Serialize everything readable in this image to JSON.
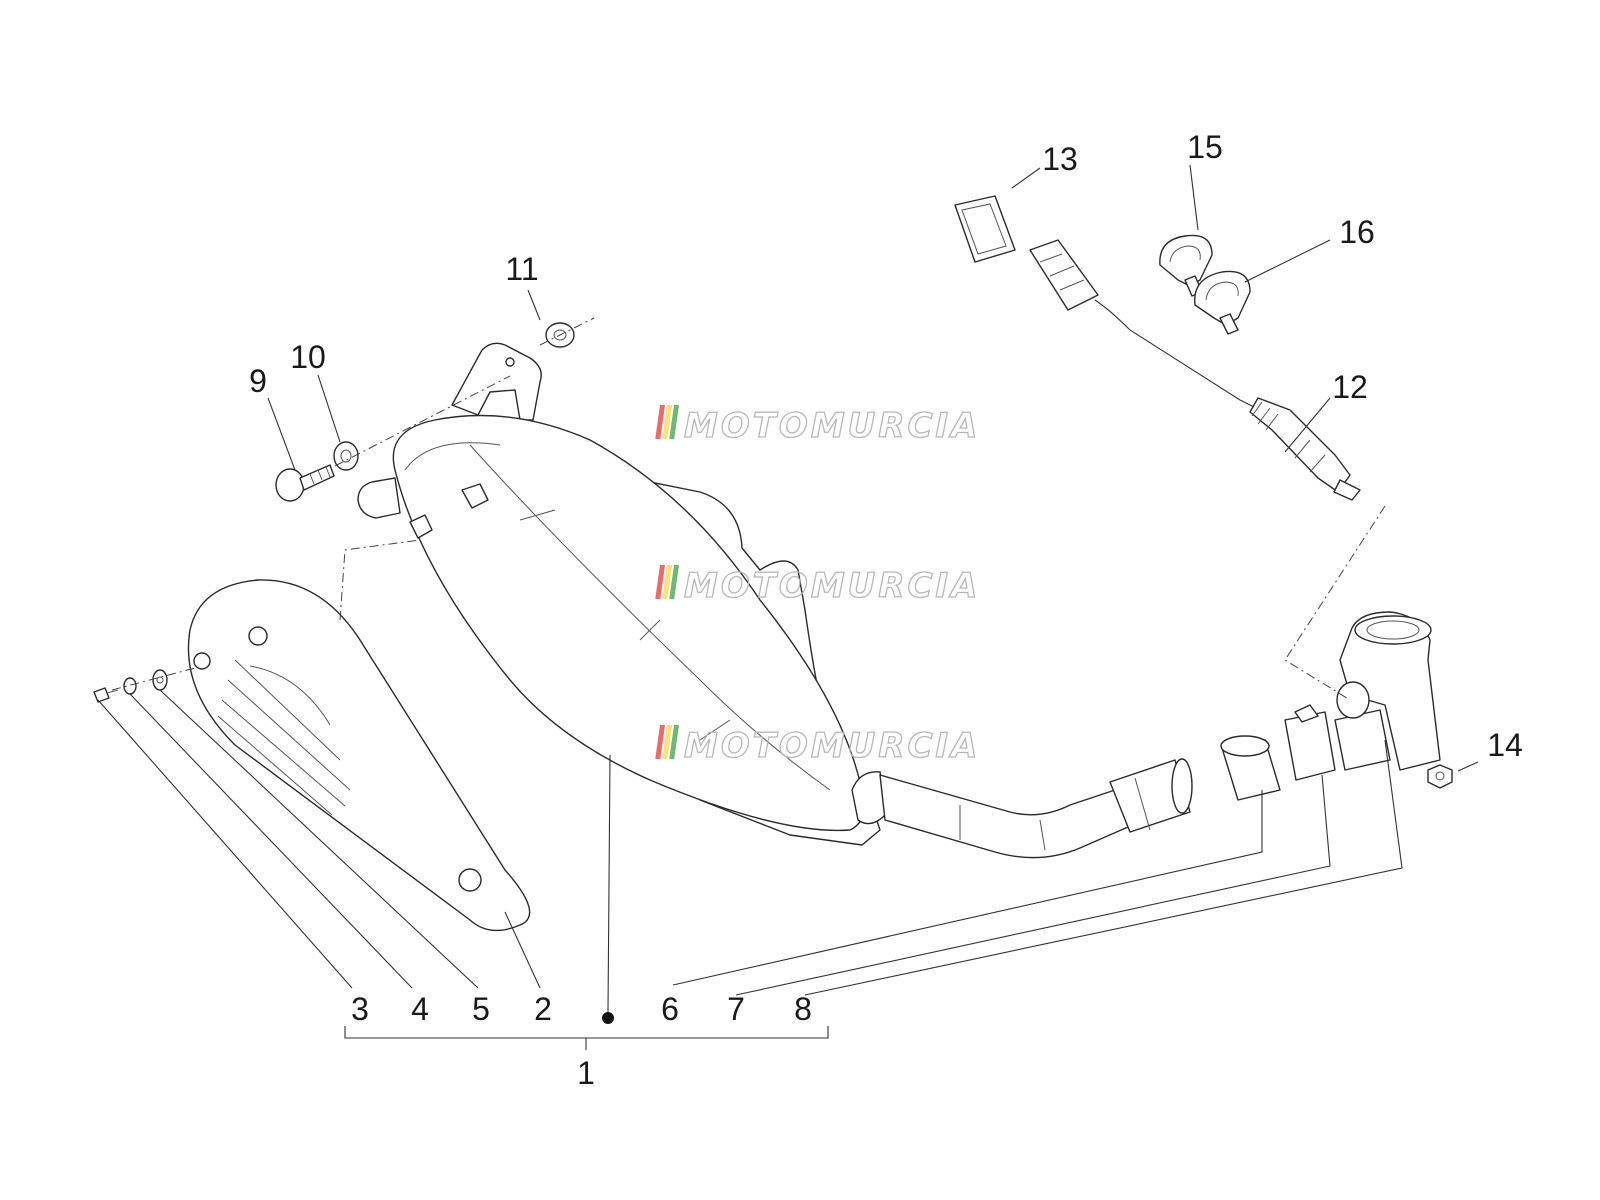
{
  "watermark": {
    "text": "MOTOMURCIA",
    "stripe_colors": [
      "#e53935",
      "#ffd54f",
      "#43a047"
    ]
  },
  "callouts": {
    "c1": "1",
    "c2": "2",
    "c3": "3",
    "c4": "4",
    "c5": "5",
    "c6": "6",
    "c7": "7",
    "c8": "8",
    "c9": "9",
    "c10": "10",
    "c11": "11",
    "c12": "12",
    "c13": "13",
    "c14": "14",
    "c15": "15",
    "c16": "16"
  }
}
